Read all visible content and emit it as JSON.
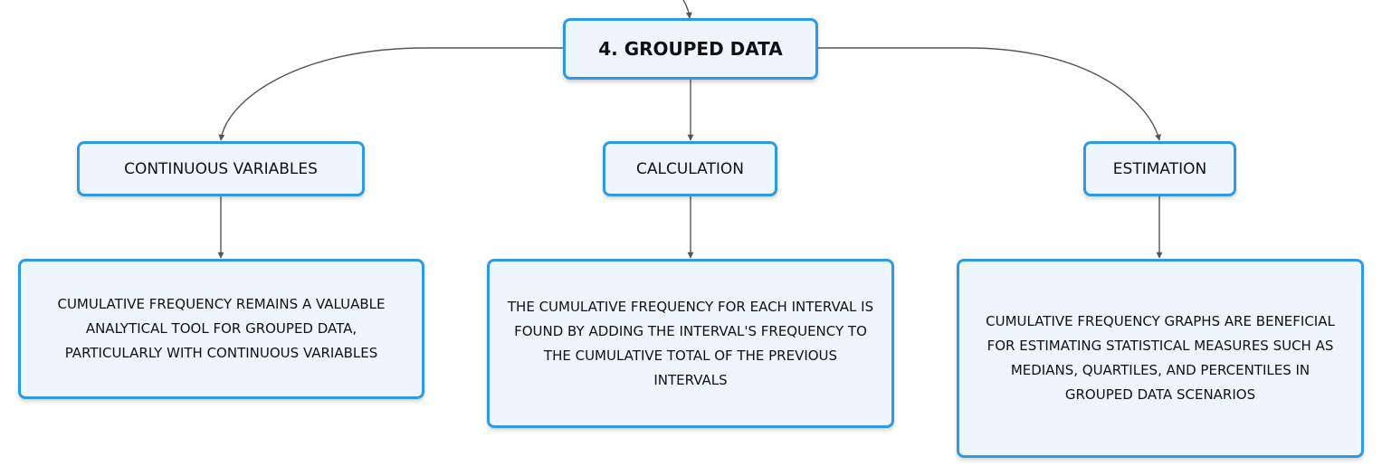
{
  "root": {
    "label": "4. GROUPED DATA"
  },
  "branches": [
    {
      "label": "CONTINUOUS VARIABLES",
      "detail": "CUMULATIVE FREQUENCY REMAINS A VALUABLE ANALYTICAL TOOL FOR GROUPED DATA, PARTICULARLY WITH CONTINUOUS VARIABLES"
    },
    {
      "label": "CALCULATION",
      "detail": "THE CUMULATIVE FREQUENCY FOR EACH INTERVAL IS FOUND BY ADDING THE INTERVAL'S FREQUENCY TO THE CUMULATIVE TOTAL OF THE PREVIOUS INTERVALS"
    },
    {
      "label": "ESTIMATION",
      "detail": "CUMULATIVE FREQUENCY GRAPHS ARE BENEFICIAL FOR ESTIMATING STATISTICAL MEASURES SUCH AS MEDIANS, QUARTILES, AND PERCENTILES IN GROUPED DATA SCENARIOS"
    }
  ],
  "colors": {
    "node_border": "#2f9ae4",
    "node_fill": "#eef6fd",
    "connector": "#555555",
    "text": "#111111"
  }
}
